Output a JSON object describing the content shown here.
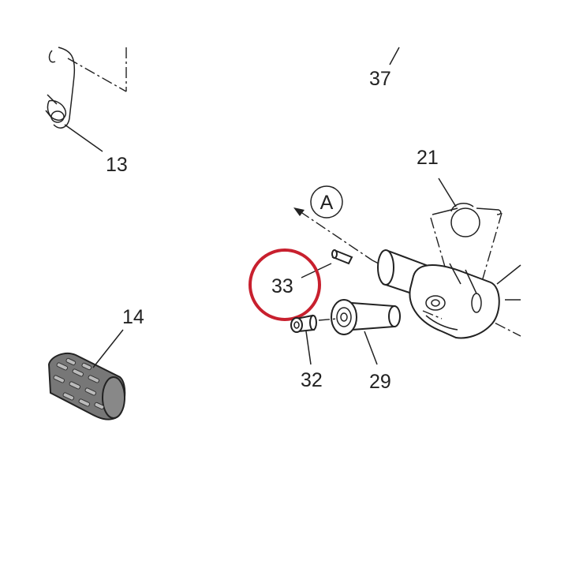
{
  "callouts": {
    "c37": "37",
    "c13": "13",
    "c21": "21",
    "cA": "A",
    "c33": "33",
    "c14": "14",
    "c32": "32",
    "c29": "29"
  },
  "colors": {
    "line": "#222222",
    "highlight": "#c8202e",
    "grip_fill": "#777777"
  },
  "highlighted_part": "33"
}
